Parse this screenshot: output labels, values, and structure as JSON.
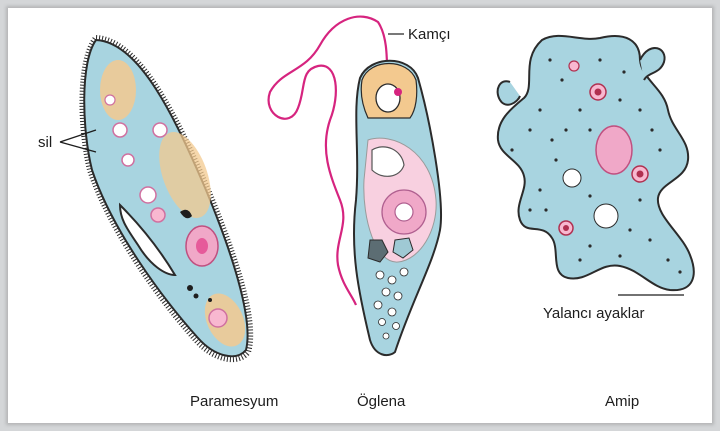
{
  "labels": {
    "sil": "sil",
    "kamci": "Kamçı",
    "yalanci_ayaklar": "Yalancı ayaklar",
    "paramesyum": "Paramesyum",
    "oglena": "Öglena",
    "amip": "Amip"
  },
  "colors": {
    "cytoplasm": "#a8d4e0",
    "membrane": "#2b2b2b",
    "flagellum": "#d6247f",
    "nucleus": "#f0a8c8",
    "orange_region": "#f3c98f",
    "food_vacuole": "#f8b8d0"
  }
}
